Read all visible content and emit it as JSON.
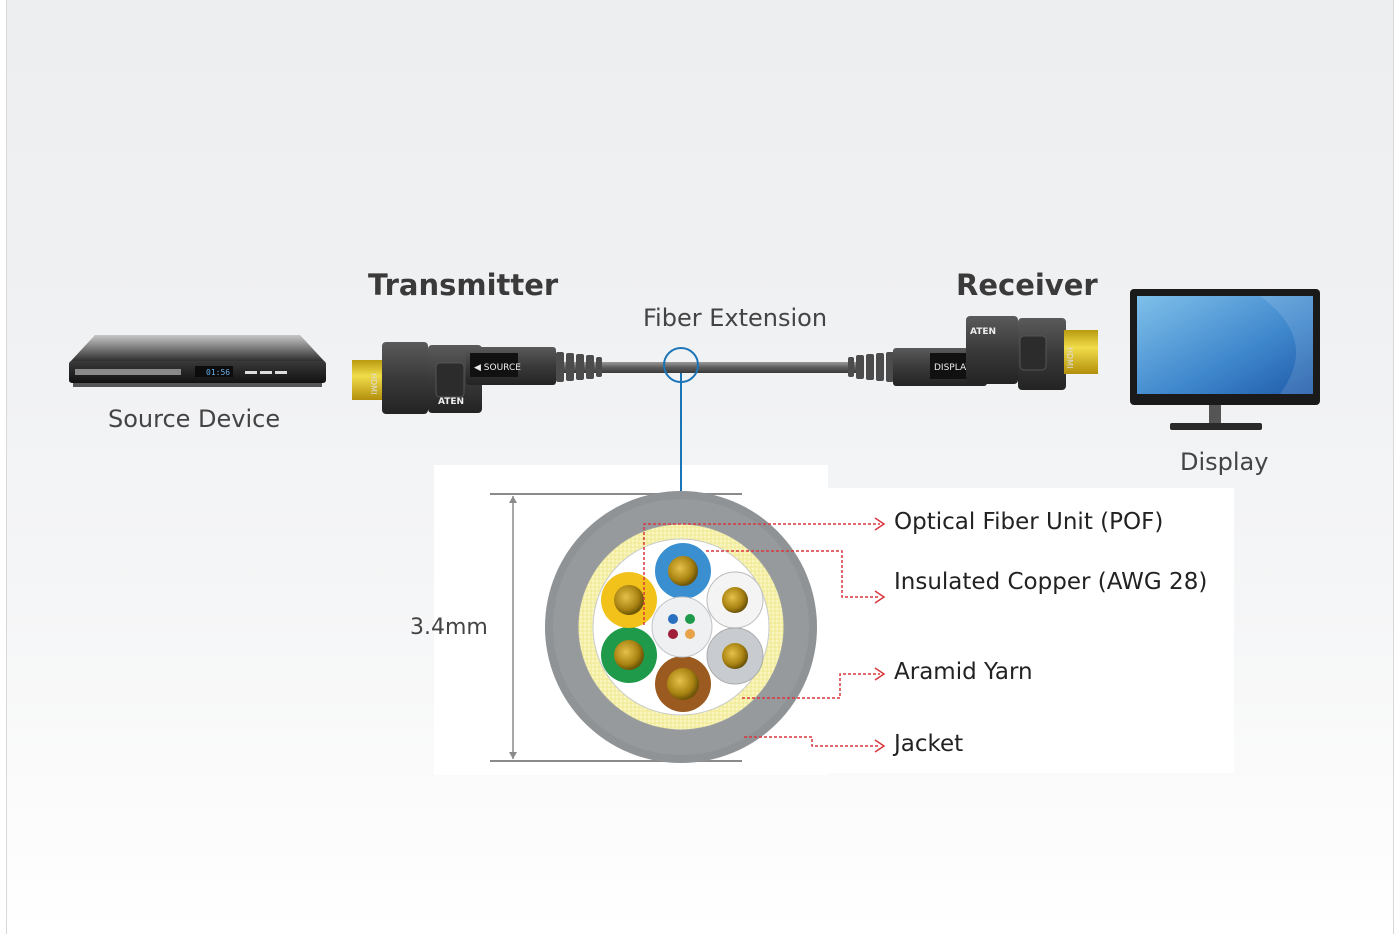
{
  "diagram": {
    "source_device": {
      "label": "Source Device",
      "display_text": "01:56"
    },
    "transmitter": {
      "title": "Transmitter",
      "port_label": "SOURCE",
      "brand": "ATEN",
      "connector": "HDMI"
    },
    "fiber": {
      "label": "Fiber Extension"
    },
    "receiver": {
      "title": "Receiver",
      "port_label": "DISPLAY",
      "brand": "ATEN",
      "connector": "HDMI"
    },
    "display": {
      "label": "Display"
    },
    "cross_section": {
      "diameter": "3.4mm",
      "callouts": [
        {
          "label": "Optical Fiber Unit (POF)"
        },
        {
          "label": "Insulated Copper (AWG 28)"
        },
        {
          "label": "Aramid Yarn"
        },
        {
          "label": "Jacket"
        }
      ]
    },
    "colors": {
      "highlight_circle": "#1a74b8",
      "callout_line": "#d9363e",
      "jacket": "#8f9396",
      "aramid": "#f3ee9a",
      "conductor": "#c9a21c",
      "wire_blue": "#3a8fd0",
      "wire_yellow": "#f2c21a",
      "wire_green": "#1f9a4a",
      "wire_brown": "#9a5a20",
      "wire_white": "#f4f4f4",
      "wire_grey": "#c8ccd0"
    }
  }
}
